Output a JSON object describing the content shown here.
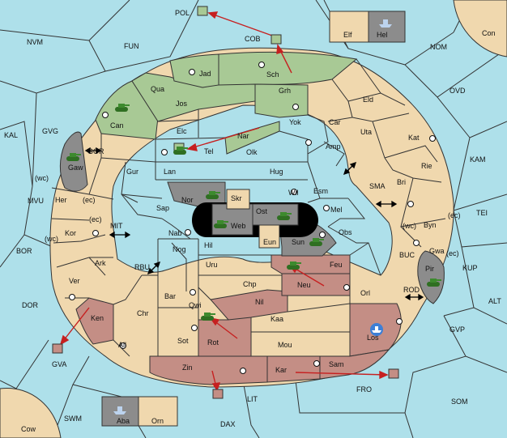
{
  "regions": {
    "NVM": "NVM",
    "FUN": "FUN",
    "POL": "POL",
    "COB": "COB",
    "Elf": "Elf",
    "Hel": "Hel",
    "Con": "Con",
    "NOM": "NOM",
    "OVD": "OVD",
    "KAL": "KAL",
    "GVG": "GVG",
    "GOR": "GOR",
    "Gaw": "Gaw",
    "wc1": "(wc)",
    "MVU": "MVU",
    "Her": "Her",
    "ec1": "(ec)",
    "ec2": "(ec)",
    "wc2": "(wc)",
    "Kor": "Kor",
    "MIT": "MIT",
    "BOR": "BOR",
    "Ark": "Ark",
    "RBU": "RBU",
    "Ver": "Ver",
    "DOR": "DOR",
    "Ken": "Ken",
    "GVA": "GVA",
    "Ail": "Ail",
    "Chr": "Chr",
    "Jad": "Jad",
    "Sch": "Sch",
    "Qua": "Qua",
    "Jos": "Jos",
    "Can": "Can",
    "Grh": "Grh",
    "Eld": "Eld",
    "Elc": "Elc",
    "Nar": "Nar",
    "Yok": "Yok",
    "Car": "Car",
    "Uta": "Uta",
    "Kat": "Kat",
    "KAM": "KAM",
    "Tel": "Tel",
    "Olk": "Olk",
    "Amp": "Amp",
    "Gur": "Gur",
    "Lan": "Lan",
    "Hug": "Hug",
    "Rie": "Rie",
    "SMA": "SMA",
    "Wil": "Wil",
    "Esm": "Esm",
    "Bri": "Bri",
    "Nor": "Nor",
    "Skr": "Skr",
    "Sap": "Sap",
    "Ost": "Ost",
    "Web": "Web",
    "Mel": "Mel",
    "TEI": "TEI",
    "ec3": "(ec)",
    "wc3": "(wc)",
    "Byn": "Byn",
    "Nab": "Nab",
    "Eun": "Eun",
    "Sun": "Sun",
    "Obs": "Obs",
    "Hil": "Hil",
    "Nog": "Nog",
    "Gwa": "Gwa",
    "ec4": "(ec)",
    "KUP": "KUP",
    "BUC": "BUC",
    "Uru": "Uru",
    "Feu": "Feu",
    "Pir": "Pir",
    "Chp": "Chp",
    "Neu": "Neu",
    "ROD": "ROD",
    "Bar": "Bar",
    "Orl": "Orl",
    "Qwi": "Qwi",
    "Nil": "Nil",
    "ALT": "ALT",
    "Kaa": "Kaa",
    "GVP": "GVP",
    "Rot": "Rot",
    "Sot": "Sot",
    "Los": "Los",
    "Mou": "Mou",
    "Zin": "Zin",
    "Kar": "Kar",
    "Sam": "Sam",
    "FRO": "FRO",
    "LIT": "LIT",
    "SOM": "SOM",
    "SWM": "SWM",
    "Aba": "Aba",
    "Orn": "Orn",
    "DAX": "DAX",
    "Cow": "Cow"
  },
  "units": [
    {
      "type": "army",
      "color": "green",
      "region": "Can"
    },
    {
      "type": "army",
      "color": "green",
      "region": "Gaw"
    },
    {
      "type": "army",
      "color": "green",
      "region": "Tel"
    },
    {
      "type": "army",
      "color": "green",
      "region": "Nor"
    },
    {
      "type": "army",
      "color": "green",
      "region": "Web"
    },
    {
      "type": "army",
      "color": "green",
      "region": "Ost"
    },
    {
      "type": "army",
      "color": "green",
      "region": "Sun"
    },
    {
      "type": "army",
      "color": "green",
      "region": "Feu"
    },
    {
      "type": "army",
      "color": "green",
      "region": "Pir"
    },
    {
      "type": "army",
      "color": "green",
      "region": "Qwi"
    },
    {
      "type": "fleet",
      "color": "grey",
      "region": "Hel"
    },
    {
      "type": "fleet",
      "color": "grey",
      "region": "Aba"
    },
    {
      "type": "fleet",
      "color": "blue",
      "region": "Los"
    }
  ],
  "icons": {
    "army": "tank-icon",
    "fleet": "ship-icon",
    "supply": "supply-center-icon",
    "retreat": "retreat-box-icon",
    "arrow": "move-arrow",
    "bidir": "double-arrow-icon"
  },
  "colors": {
    "sea": "#aee0ea",
    "land": "#f0d8ae",
    "green_power": "#a8c995",
    "red_power": "#c48e85",
    "grey_power": "#8c8c8c",
    "army": "#3d8a2e",
    "arrow": "#c62020"
  }
}
